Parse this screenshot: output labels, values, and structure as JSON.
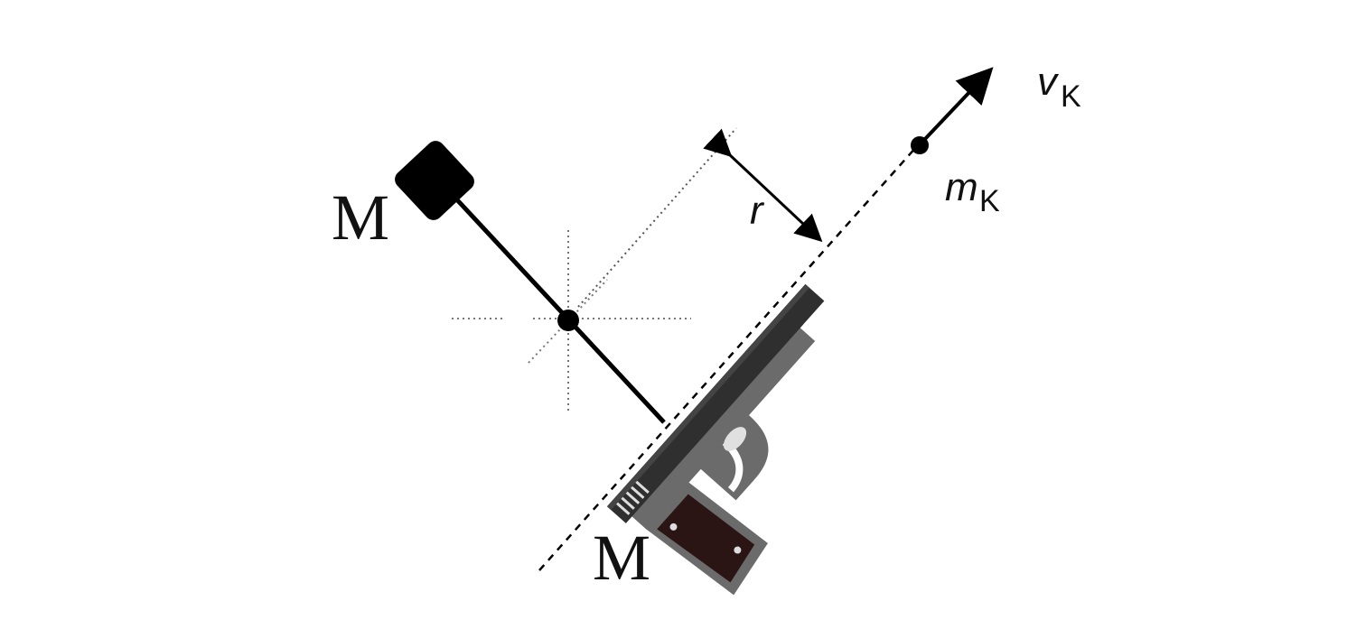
{
  "labels": {
    "mass_top": "M",
    "mass_bottom": "M",
    "distance": "r",
    "velocity_symbol": "v",
    "velocity_subscript": "K",
    "bullet_mass_symbol": "m",
    "bullet_mass_subscript": "K"
  },
  "colors": {
    "ink": "#000000",
    "gun_slide": "#2f2f2f",
    "gun_frame": "#6b6b6b",
    "gun_grip": "#2a1414",
    "background": "#ffffff"
  },
  "icons": [
    "pistol-icon",
    "weight-block-icon"
  ]
}
